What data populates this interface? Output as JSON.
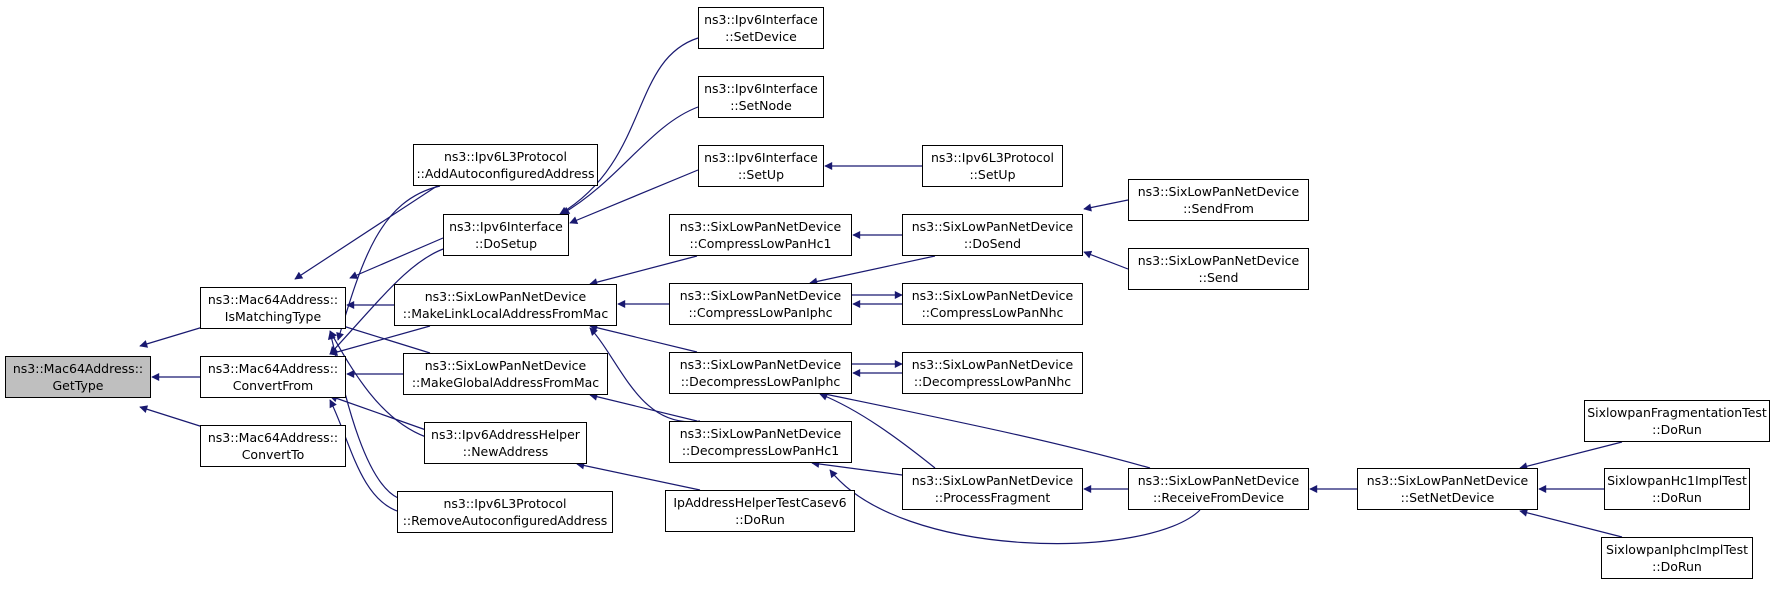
{
  "graph": {
    "edge_color": "#191970",
    "root_fill": "#bfbfbf",
    "nodes": {
      "getType": {
        "line1": "ns3::Mac64Address::",
        "line2": "GetType"
      },
      "isMatchingType": {
        "line1": "ns3::Mac64Address::",
        "line2": "IsMatchingType"
      },
      "convertFrom": {
        "line1": "ns3::Mac64Address::",
        "line2": "ConvertFrom"
      },
      "convertTo": {
        "line1": "ns3::Mac64Address::",
        "line2": "ConvertTo"
      },
      "addAutoconfigured": {
        "line1": "ns3::Ipv6L3Protocol",
        "line2": "::AddAutoconfiguredAddress"
      },
      "ifDoSetup": {
        "line1": "ns3::Ipv6Interface",
        "line2": "::DoSetup"
      },
      "makeLinkLocal": {
        "line1": "ns3::SixLowPanNetDevice",
        "line2": "::MakeLinkLocalAddressFromMac"
      },
      "makeGlobal": {
        "line1": "ns3::SixLowPanNetDevice",
        "line2": "::MakeGlobalAddressFromMac"
      },
      "newAddress": {
        "line1": "ns3::Ipv6AddressHelper",
        "line2": "::NewAddress"
      },
      "removeAutoconfigured": {
        "line1": "ns3::Ipv6L3Protocol",
        "line2": "::RemoveAutoconfiguredAddress"
      },
      "ifSetDevice": {
        "line1": "ns3::Ipv6Interface",
        "line2": "::SetDevice"
      },
      "ifSetNode": {
        "line1": "ns3::Ipv6Interface",
        "line2": "::SetNode"
      },
      "ifSetUp": {
        "line1": "ns3::Ipv6Interface",
        "line2": "::SetUp"
      },
      "l3SetUp": {
        "line1": "ns3::Ipv6L3Protocol",
        "line2": "::SetUp"
      },
      "compressHc1": {
        "line1": "ns3::SixLowPanNetDevice",
        "line2": "::CompressLowPanHc1"
      },
      "compressIphc": {
        "line1": "ns3::SixLowPanNetDevice",
        "line2": "::CompressLowPanIphc"
      },
      "decompressIphc": {
        "line1": "ns3::SixLowPanNetDevice",
        "line2": "::DecompressLowPanIphc"
      },
      "decompressHc1": {
        "line1": "ns3::SixLowPanNetDevice",
        "line2": "::DecompressLowPanHc1"
      },
      "ipAddrHelperTest": {
        "line1": "IpAddressHelperTestCasev6",
        "line2": "::DoRun"
      },
      "doSend": {
        "line1": "ns3::SixLowPanNetDevice",
        "line2": "::DoSend"
      },
      "compressNhc": {
        "line1": "ns3::SixLowPanNetDevice",
        "line2": "::CompressLowPanNhc"
      },
      "decompressNhc": {
        "line1": "ns3::SixLowPanNetDevice",
        "line2": "::DecompressLowPanNhc"
      },
      "processFragment": {
        "line1": "ns3::SixLowPanNetDevice",
        "line2": "::ProcessFragment"
      },
      "sendFrom": {
        "line1": "ns3::SixLowPanNetDevice",
        "line2": "::SendFrom"
      },
      "send": {
        "line1": "ns3::SixLowPanNetDevice",
        "line2": "::Send"
      },
      "receiveFromDevice": {
        "line1": "ns3::SixLowPanNetDevice",
        "line2": "::ReceiveFromDevice"
      },
      "setNetDevice": {
        "line1": "ns3::SixLowPanNetDevice",
        "line2": "::SetNetDevice"
      },
      "fragTest": {
        "line1": "SixlowpanFragmentationTest",
        "line2": "::DoRun"
      },
      "hc1Test": {
        "line1": "SixlowpanHc1ImplTest",
        "line2": "::DoRun"
      },
      "iphcTest": {
        "line1": "SixlowpanIphcImplTest",
        "line2": "::DoRun"
      }
    }
  }
}
